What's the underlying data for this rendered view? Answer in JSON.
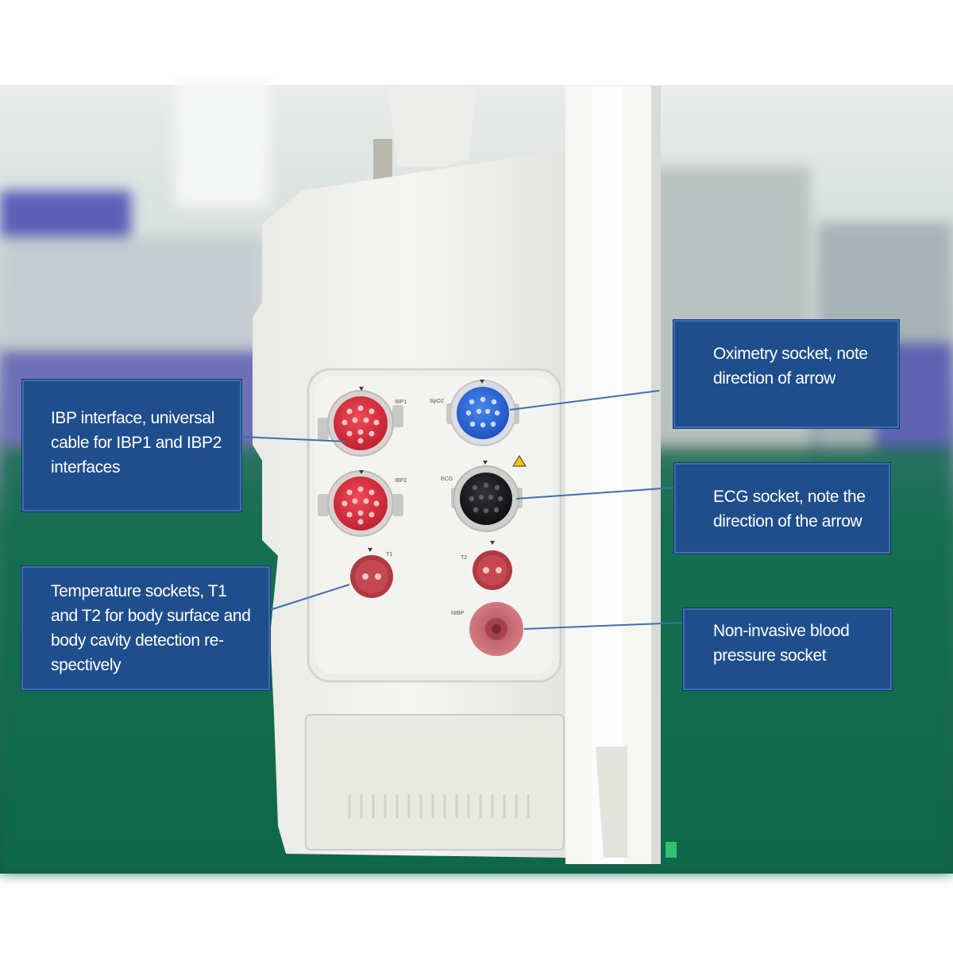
{
  "callouts": {
    "ibp": "IBP interface, universal\ncable for IBP1 and IBP2\ninterfaces",
    "temperature": "Temperature sockets, T1\nand T2 for body surface and\nbody cavity detection re-\nspectively",
    "oximetry": "Oximetry socket, note\ndirection of arrow",
    "ecg": "ECG socket, note the\ndirection of the arrow",
    "nibp": "Non-invasive blood\npressure socket"
  },
  "panel_labels": {
    "ibp1": "IBP1",
    "ibp2": "IBP2",
    "spo2": "SpO2",
    "ecg": "ECG",
    "t1": "T1",
    "t2": "T2",
    "nibp": "NIBP"
  },
  "colors": {
    "callout_bg": "#1f4e8c",
    "ibp_connector": "#d9323f",
    "spo2_connector": "#2f6fd6",
    "ecg_connector": "#1c1c1e",
    "temp_connector": "#b43c44",
    "nibp_connector": "#c86a72",
    "device_body": "#f1f1ee",
    "floor": "#0f6b50"
  }
}
